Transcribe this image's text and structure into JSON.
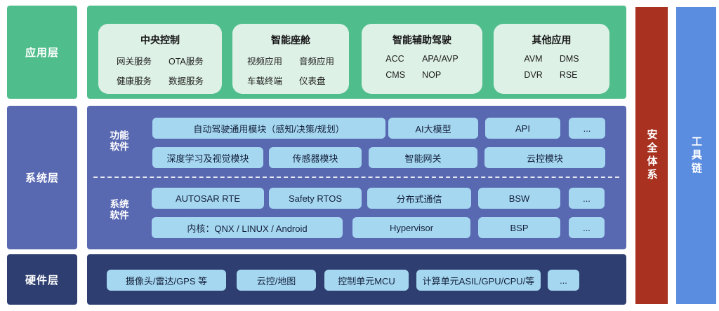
{
  "layers": {
    "application": "应用层",
    "system": "系统层",
    "hardware": "硬件层"
  },
  "application_band": {
    "cards": [
      {
        "title": "中央控制",
        "items": [
          "网关服务",
          "OTA服务",
          "健康服务",
          "数据服务"
        ]
      },
      {
        "title": "智能座舱",
        "items": [
          "视频应用",
          "音频应用",
          "车载终端",
          "仪表盘"
        ]
      },
      {
        "title": "智能辅助驾驶",
        "items": [
          "ACC",
          "APA/AVP",
          "CMS",
          "NOP"
        ]
      },
      {
        "title": "其他应用",
        "items": [
          "AVM",
          "DMS",
          "DVR",
          "RSE"
        ]
      }
    ]
  },
  "system_band": {
    "function_software_label": "功能软件",
    "function_rows": [
      [
        "自动驾驶通用模块（感知/决策/规划）",
        "AI大模型",
        "API",
        "..."
      ],
      [
        "深度学习及视觉模块",
        "传感器模块",
        "智能网关",
        "云控模块"
      ]
    ],
    "system_software_label": "系统软件",
    "system_rows": [
      [
        "AUTOSAR RTE",
        "Safety RTOS",
        "分布式通信",
        "BSW",
        "..."
      ],
      [
        "内核：QNX / LINUX / Android",
        "Hypervisor",
        "BSP",
        "..."
      ]
    ]
  },
  "hardware_band": {
    "items": [
      "摄像头/雷达/GPS 等",
      "云控/地图",
      "控制单元MCU",
      "计算单元ASIL/GPU/CPU/等",
      "..."
    ]
  },
  "sidebars": {
    "security": "安全体系",
    "toolchain": "工具链"
  },
  "colors": {
    "green": "#50BE8C",
    "light_green_card": "#DEF1E6",
    "slate_blue": "#5969B1",
    "light_blue_chip": "#A6D7F1",
    "navy": "#2E3E70",
    "security_red": "#A93120",
    "toolchain_blue": "#5A8CE0"
  }
}
